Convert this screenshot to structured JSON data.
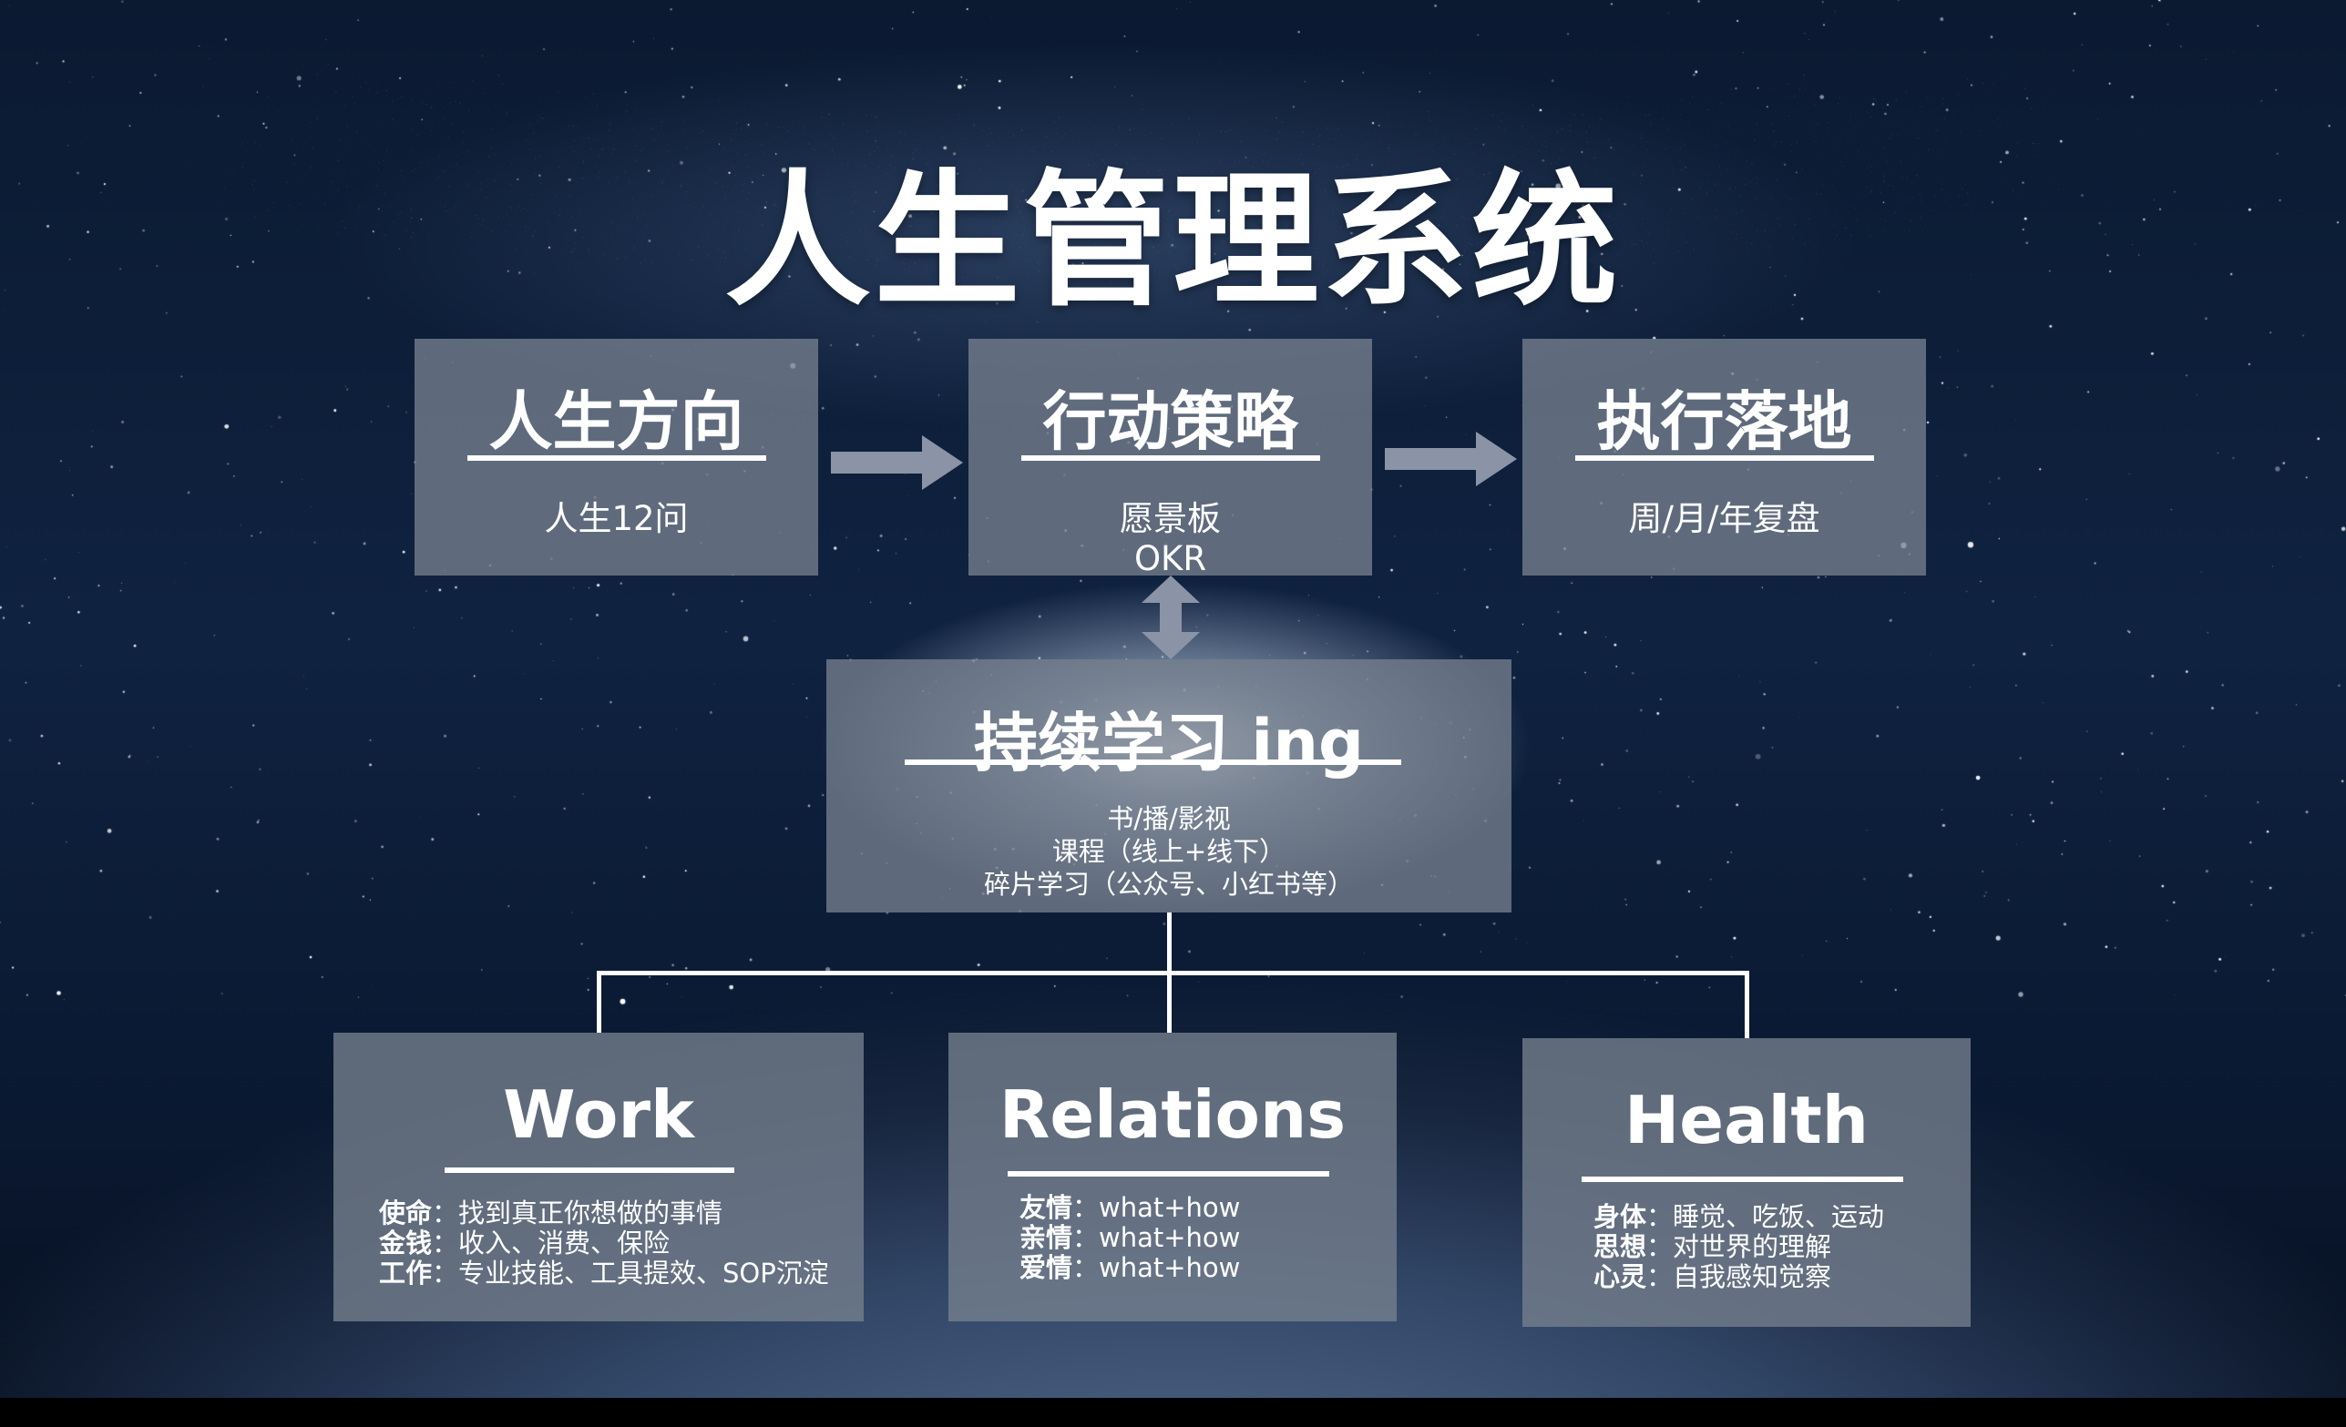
{
  "title": "人生管理系统",
  "stages": [
    {
      "title": "人生方向",
      "subtitle": [
        "人生12问"
      ]
    },
    {
      "title": "行动策略",
      "subtitle": [
        "愿景板",
        "OKR"
      ]
    },
    {
      "title": "执行落地",
      "subtitle": [
        "周/月/年复盘"
      ]
    }
  ],
  "learning": {
    "title": "持续学习 ing",
    "lines": [
      "书/播/影视",
      "课程（线上+线下）",
      "碎片学习（公众号、小红书等）"
    ]
  },
  "areas": [
    {
      "title": "Work",
      "items": [
        {
          "label": "使命",
          "text": "：找到真正你想做的事情"
        },
        {
          "label": "金钱",
          "text": "：收入、消费、保险"
        },
        {
          "label": "工作",
          "text": "：专业技能、工具提效、SOP沉淀"
        }
      ]
    },
    {
      "title": "Relations",
      "items": [
        {
          "label": "友情",
          "text": "：what+how"
        },
        {
          "label": "亲情",
          "text": "：what+how"
        },
        {
          "label": "爱情",
          "text": "：what+how"
        }
      ]
    },
    {
      "title": "Health",
      "items": [
        {
          "label": "身体",
          "text": "：睡觉、吃饭、运动"
        },
        {
          "label": "思想",
          "text": "：对世界的理解"
        },
        {
          "label": "心灵",
          "text": "：自我感知觉察"
        }
      ]
    }
  ],
  "colors": {
    "box": "#76808e",
    "line": "#ffffff",
    "arrow": "#8a94a6",
    "background": "#0b1a31"
  }
}
